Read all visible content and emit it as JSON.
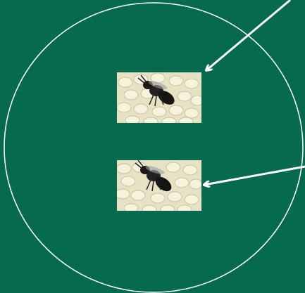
{
  "background_color": "#066a4e",
  "line_color": "#ffffff",
  "photos": [
    {
      "subject": "wasp-on-eggs-photo"
    },
    {
      "subject": "wasp-on-eggs-photo"
    }
  ],
  "arrows": [
    {
      "direction": "down-left",
      "target": "top-photo"
    },
    {
      "direction": "left",
      "target": "bottom-photo"
    }
  ]
}
